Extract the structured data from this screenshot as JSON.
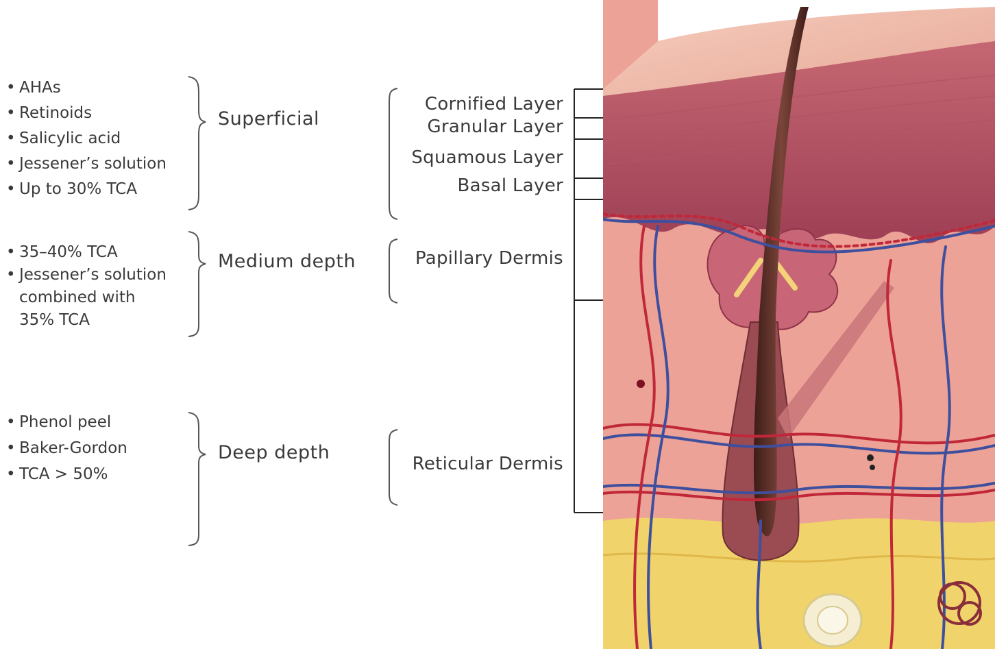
{
  "peel_groups": {
    "superficial": {
      "label": "Superficial",
      "agents": [
        "AHAs",
        "Retinoids",
        "Salicylic acid",
        "Jessener’s solution",
        "Up to 30% TCA"
      ]
    },
    "medium": {
      "label": "Medium depth",
      "agents": [
        "35–40% TCA",
        "Jessener’s solution",
        "combined with",
        "35% TCA"
      ]
    },
    "deep": {
      "label": "Deep depth",
      "agents": [
        "Phenol peel",
        "Baker-Gordon",
        "TCA > 50%"
      ]
    }
  },
  "skin_layers": {
    "cornified": "Cornified Layer",
    "granular": "Granular Layer",
    "squamous": "Squamous Layer",
    "basal": "Basal Layer",
    "papillary": "Papillary Dermis",
    "reticular": "Reticular Dermis"
  },
  "colors": {
    "text": "#3a3a3a",
    "epidermis_surface": "#f2c2b0",
    "epidermis": "#b55566",
    "dermis": "#eda397",
    "fat": "#f0d36a",
    "artery": "#c0283a",
    "vein": "#3e4f9e",
    "hair": "#5a2e25"
  }
}
